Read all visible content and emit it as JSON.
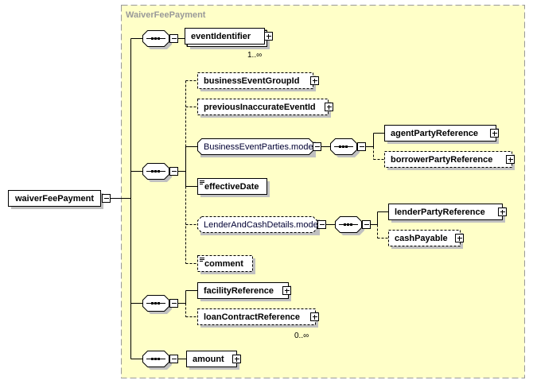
{
  "diagram": {
    "group_title": "WaiverFeePayment",
    "root": {
      "name": "waiverFeePayment",
      "expanded": true
    },
    "colors": {
      "group_fill": "#FFFFC8",
      "group_border": "#999999",
      "shadow": "#C0C0C0",
      "line": "#000000"
    },
    "elements": {
      "eventIdentifier": {
        "name": "eventIdentifier",
        "occurrence": "1..∞",
        "optional": false
      },
      "businessEventGroupId": {
        "name": "businessEventGroupId",
        "optional": true
      },
      "previousInaccurateEventId": {
        "name": "previousInaccurateEventId",
        "optional": true
      },
      "businessEventParties": {
        "name": "BusinessEventParties.model",
        "kind": "group",
        "optional": false
      },
      "agentPartyReference": {
        "name": "agentPartyReference",
        "optional": false
      },
      "borrowerPartyReference": {
        "name": "borrowerPartyReference",
        "optional": true
      },
      "effectiveDate": {
        "name": "effectiveDate",
        "optional": false
      },
      "lenderAndCashDetails": {
        "name": "LenderAndCashDetails.model",
        "kind": "group",
        "optional": true
      },
      "lenderPartyReference": {
        "name": "lenderPartyReference",
        "optional": false
      },
      "cashPayable": {
        "name": "cashPayable",
        "optional": true
      },
      "comment": {
        "name": "comment",
        "optional": true
      },
      "facilityReference": {
        "name": "facilityReference",
        "optional": false
      },
      "loanContractReference": {
        "name": "loanContractReference",
        "occurrence": "0..∞",
        "optional": true
      },
      "amount": {
        "name": "amount",
        "optional": false
      }
    }
  }
}
